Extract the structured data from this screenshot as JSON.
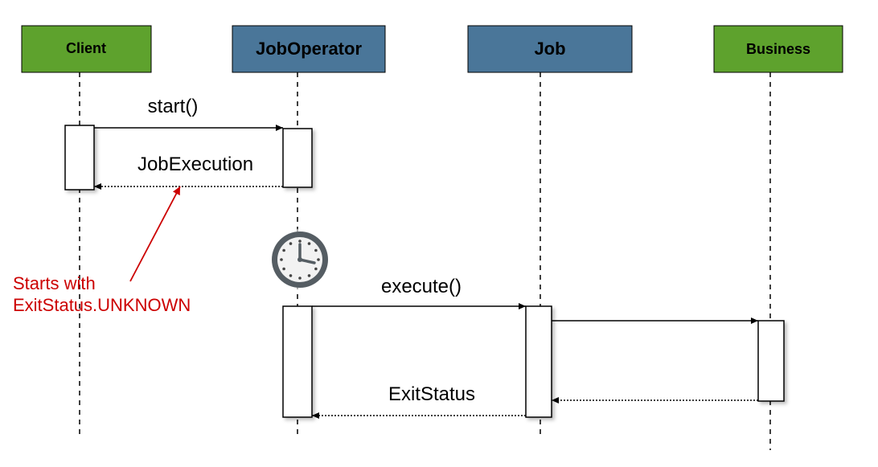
{
  "participants": [
    {
      "id": "client",
      "label": "Client",
      "color": "#5ea22d"
    },
    {
      "id": "joboperator",
      "label": "JobOperator",
      "color": "#4a7699"
    },
    {
      "id": "job",
      "label": "Job",
      "color": "#4a7699"
    },
    {
      "id": "business",
      "label": "Business",
      "color": "#5ea22d"
    }
  ],
  "messages": {
    "start": "start()",
    "job_execution": "JobExecution",
    "execute": "execute()",
    "exit_status": "ExitStatus"
  },
  "annotation": {
    "line1": "Starts with",
    "line2": "ExitStatus.UNKNOWN",
    "color": "#cc0000"
  },
  "icons": {
    "clock": "clock-icon"
  }
}
